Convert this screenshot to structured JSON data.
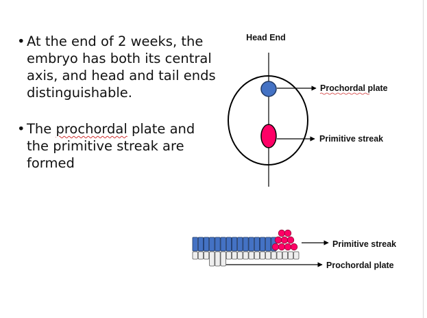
{
  "bullets": [
    {
      "text": "At the end of 2 weeks, the embryo has both its central axis, and head and tail ends distinguishable."
    },
    {
      "before": "The ",
      "flagged": "prochordal",
      "after": " plate and the primitive streak are formed"
    }
  ],
  "diagram_top": {
    "head_label": "Head End",
    "prochordal_label": "Prochordal plate",
    "streak_label": "Primitive streak"
  },
  "diagram_bottom": {
    "streak_label": "Primitive streak",
    "prochordal_label": "Prochordal plate"
  },
  "colors": {
    "prochordal": "#4472c4",
    "streak": "#ff0066",
    "endoderm_fill": "#eeeeee"
  }
}
